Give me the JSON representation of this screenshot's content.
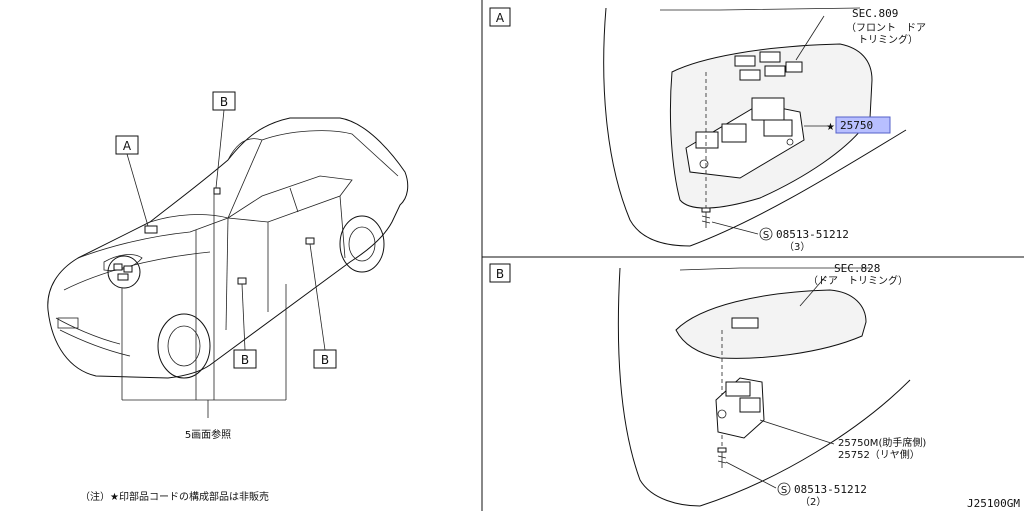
{
  "overview": {
    "callouts": {
      "a": "A",
      "b_top": "B",
      "b_mid": "B",
      "b_right": "B"
    },
    "ref_text": "5画面参照",
    "note": "（注）★印部品コードの構成部品は非販売"
  },
  "detail_a": {
    "tag": "A",
    "sec_ref": "SEC.809",
    "sec_desc_1": "（フロント　ドア",
    "sec_desc_2": "トリミング）",
    "star": "★",
    "part_number": "25750",
    "screw_symbol": "S",
    "screw_code": "08513-51212",
    "screw_qty": "（3）",
    "highlight_color": "#b8bfff"
  },
  "detail_b": {
    "tag": "B",
    "sec_ref": "SEC.828",
    "sec_desc": "（ドア　トリミング）",
    "part_line_1": "25750M(助手席側)",
    "part_line_2": "25752（リヤ側）",
    "screw_symbol": "S",
    "screw_code": "08513-51212",
    "screw_qty": "（2）"
  },
  "drawing_id": "J25100GM"
}
